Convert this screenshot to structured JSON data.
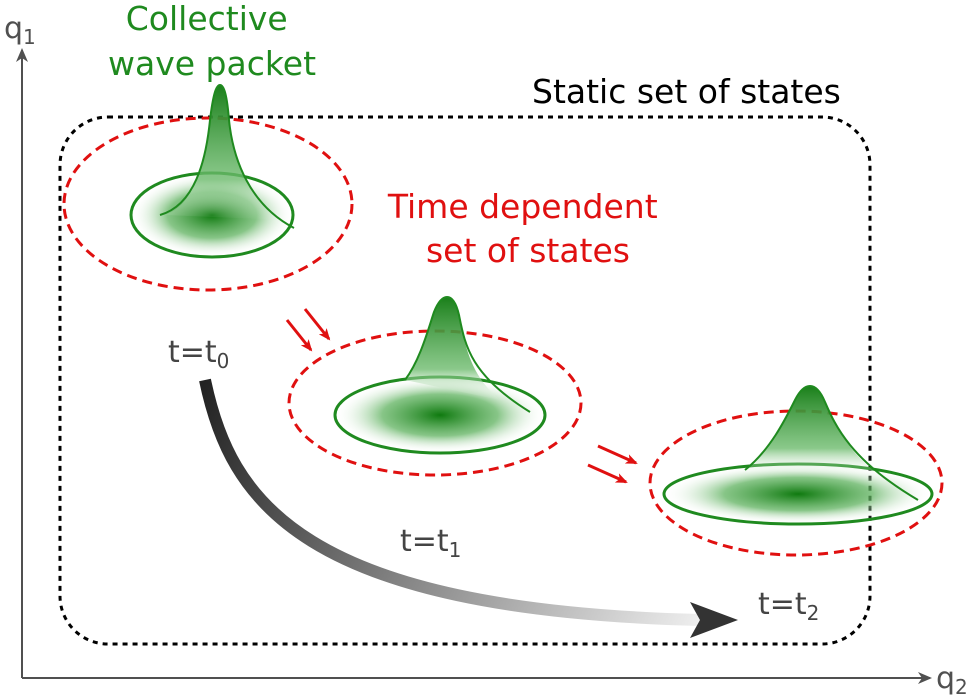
{
  "axes": {
    "y_label": "q",
    "y_sub": "1",
    "x_label": "q",
    "x_sub": "2"
  },
  "labels": {
    "collective_line1": "Collective",
    "collective_line2": "wave packet",
    "static_set": "Static set of states",
    "time_dep_line1": "Time dependent",
    "time_dep_line2": "set of states"
  },
  "time_labels": [
    {
      "prefix": "t=t",
      "sub": "0"
    },
    {
      "prefix": "t=t",
      "sub": "1"
    },
    {
      "prefix": "t=t",
      "sub": "2"
    }
  ],
  "colors": {
    "wave_green": "#1f8a1f",
    "dark_green": "#187018",
    "red_dash": "#e01010",
    "black": "#000000",
    "axis_gray": "#505050",
    "label_gray": "#444444"
  }
}
